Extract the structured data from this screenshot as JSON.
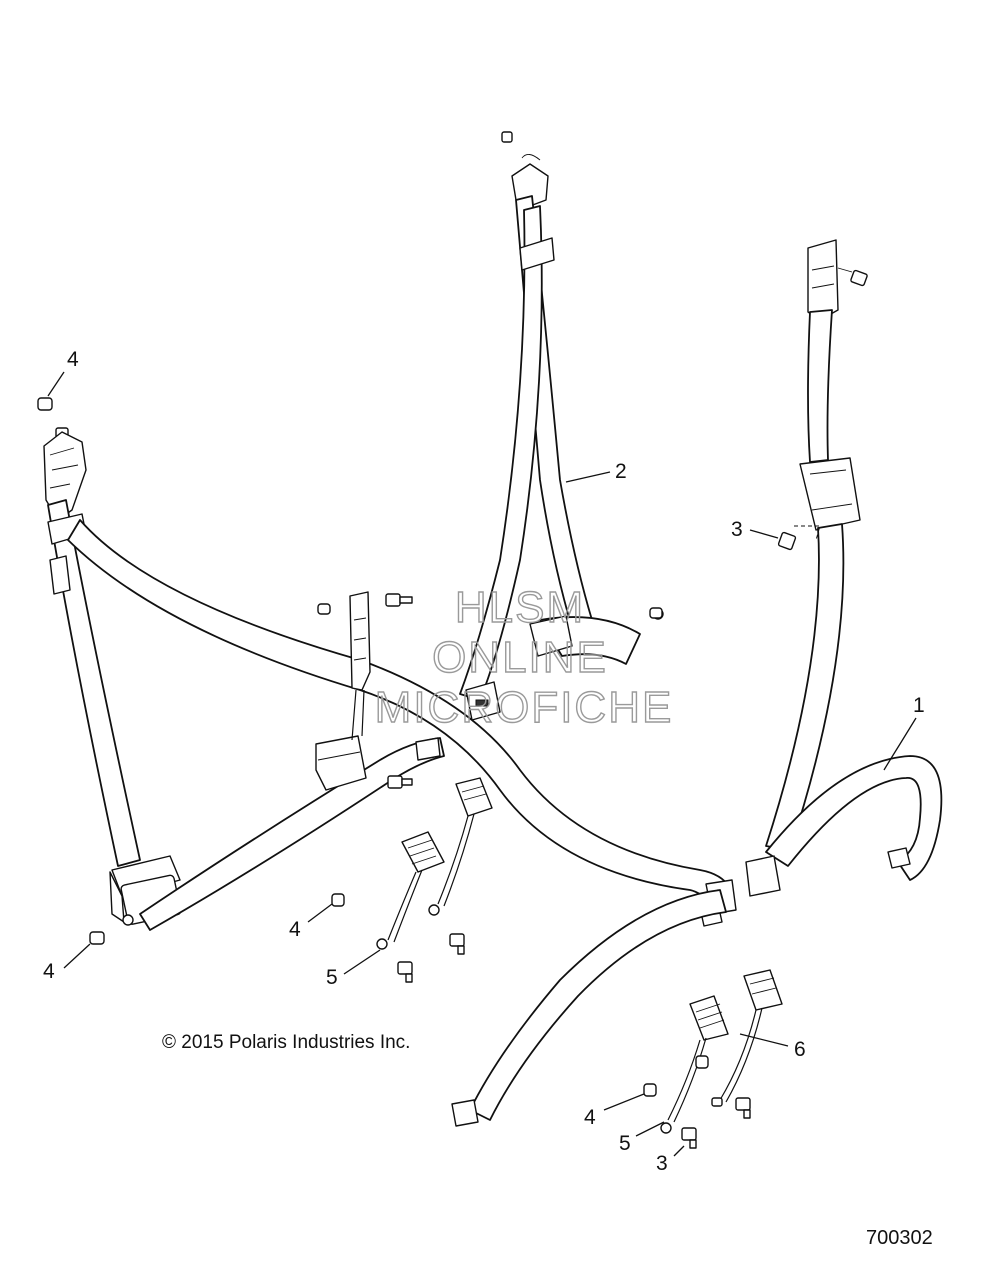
{
  "diagram": {
    "drawing_number": "700302",
    "copyright": "© 2015 Polaris Industries Inc.",
    "watermark": [
      "HLSM",
      "ONLINE",
      "MICROFICHE"
    ],
    "callouts": {
      "c1": "1",
      "c2": "2",
      "c3a": "3",
      "c3b": "3",
      "c4a": "4",
      "c4b": "4",
      "c4c": "4",
      "c4d": "4",
      "c5a": "5",
      "c5b": "5",
      "c6": "6"
    }
  }
}
